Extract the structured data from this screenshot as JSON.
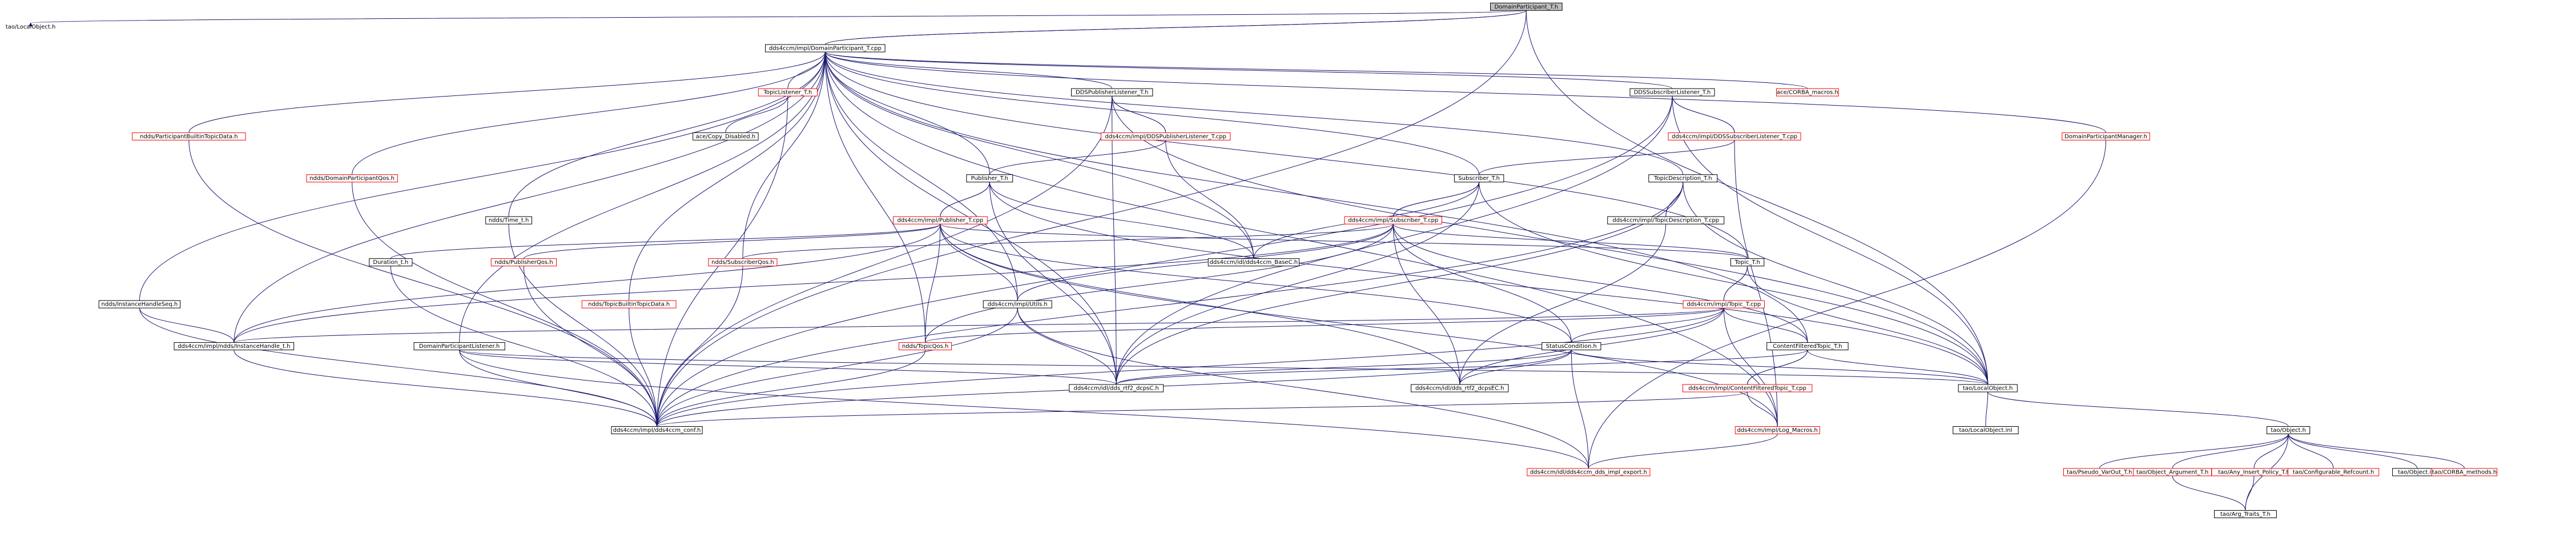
{
  "diagram": {
    "root": "DomainParticipant_T.h",
    "nodes": [
      {
        "id": "root",
        "label": "DomainParticipant_T.h",
        "style": "root"
      },
      {
        "id": "tao_localobject_h_top",
        "label": "tao/LocalObject.h",
        "style": "plain"
      },
      {
        "id": "dp_cpp",
        "label": "dds4ccm/impl/DomainParticipant_T.cpp",
        "style": "black"
      },
      {
        "id": "participant_builtin",
        "label": "ndds/ParticipantBuiltinTopicData.h",
        "style": "red"
      },
      {
        "id": "dp_qos",
        "label": "ndds/DomainParticipantQos.h",
        "style": "red"
      },
      {
        "id": "time_t",
        "label": "ndds/Time_t.h",
        "style": "black"
      },
      {
        "id": "topic_listener",
        "label": "TopicListener_T.h",
        "style": "red"
      },
      {
        "id": "ace_copy_disabled",
        "label": "ace/Copy_Disabled.h",
        "style": "black"
      },
      {
        "id": "dds_pub_listener_h",
        "label": "DDSPublisherListener_T.h",
        "style": "black"
      },
      {
        "id": "dds_pub_listener_cpp",
        "label": "dds4ccm/impl/DDSPublisherListener_T.cpp",
        "style": "red"
      },
      {
        "id": "publisher_h",
        "label": "Publisher_T.h",
        "style": "black"
      },
      {
        "id": "publisher_cpp",
        "label": "dds4ccm/impl/Publisher_T.cpp",
        "style": "red"
      },
      {
        "id": "dds_sub_listener_h",
        "label": "DDSSubscriberListener_T.h",
        "style": "black"
      },
      {
        "id": "dds_sub_listener_cpp",
        "label": "dds4ccm/impl/DDSSubscriberListener_T.cpp",
        "style": "red"
      },
      {
        "id": "ace_corba_macros",
        "label": "ace/CORBA_macros.h",
        "style": "red"
      },
      {
        "id": "dp_manager",
        "label": "DomainParticipantManager.h",
        "style": "red"
      },
      {
        "id": "subscriber_h",
        "label": "Subscriber_T.h",
        "style": "black"
      },
      {
        "id": "subscriber_cpp",
        "label": "dds4ccm/impl/Subscriber_T.cpp",
        "style": "red"
      },
      {
        "id": "topic_desc_h",
        "label": "TopicDescription_T.h",
        "style": "black"
      },
      {
        "id": "topic_desc_cpp",
        "label": "dds4ccm/impl/TopicDescription_T.cpp",
        "style": "black"
      },
      {
        "id": "duration_t",
        "label": "Duration_t.h",
        "style": "black"
      },
      {
        "id": "publisher_qos",
        "label": "ndds/PublisherQos.h",
        "style": "red"
      },
      {
        "id": "subscriber_qos",
        "label": "ndds/SubscriberQos.h",
        "style": "red"
      },
      {
        "id": "dds4ccm_base",
        "label": "dds4ccm/idl/dds4ccm_BaseC.h",
        "style": "black"
      },
      {
        "id": "topic_h",
        "label": "Topic_T.h",
        "style": "black"
      },
      {
        "id": "topic_cpp",
        "label": "dds4ccm/impl/Topic_T.cpp",
        "style": "red"
      },
      {
        "id": "instance_handle_seq",
        "label": "ndds/InstanceHandleSeq.h",
        "style": "black"
      },
      {
        "id": "topic_builtin",
        "label": "ndds/TopicBuiltinTopicData.h",
        "style": "red"
      },
      {
        "id": "utils_h",
        "label": "dds4ccm/impl/Utils.h",
        "style": "black"
      },
      {
        "id": "instance_handle_t",
        "label": "dds4ccm/impl/ndds/InstanceHandle_t.h",
        "style": "black"
      },
      {
        "id": "dp_listener",
        "label": "DomainParticipantListener.h",
        "style": "black"
      },
      {
        "id": "topic_qos",
        "label": "ndds/TopicQos.h",
        "style": "red"
      },
      {
        "id": "status_condition",
        "label": "StatusCondition.h",
        "style": "black"
      },
      {
        "id": "cft_h",
        "label": "ContentFilteredTopic_T.h",
        "style": "black"
      },
      {
        "id": "cft_cpp",
        "label": "dds4ccm/impl/ContentFilteredTopic_T.cpp",
        "style": "red"
      },
      {
        "id": "dds_rtf2_dcpsc",
        "label": "dds4ccm/idl/dds_rtf2_dcpsC.h",
        "style": "black"
      },
      {
        "id": "dds_rtf2_dcpsec",
        "label": "dds4ccm/idl/dds_rtf2_dcpsEC.h",
        "style": "black"
      },
      {
        "id": "tao_localobject_h",
        "label": "tao/LocalObject.h",
        "style": "black"
      },
      {
        "id": "dds4ccm_conf",
        "label": "dds4ccm/impl/dds4ccm_conf.h",
        "style": "black"
      },
      {
        "id": "log_macros",
        "label": "dds4ccm/impl/Log_Macros.h",
        "style": "red"
      },
      {
        "id": "tao_localobject_inl",
        "label": "tao/LocalObject.inl",
        "style": "black"
      },
      {
        "id": "dds4ccm_export",
        "label": "dds4ccm/idl/dds4ccm_dds_impl_export.h",
        "style": "red"
      },
      {
        "id": "tao_object_h",
        "label": "tao/Object.h",
        "style": "black"
      },
      {
        "id": "tao_pseudo_varout",
        "label": "tao/Pseudo_VarOut_T.h",
        "style": "red"
      },
      {
        "id": "tao_object_argument",
        "label": "tao/Object_Argument_T.h",
        "style": "red"
      },
      {
        "id": "tao_any_insert",
        "label": "tao/Any_Insert_Policy_T.h",
        "style": "red"
      },
      {
        "id": "tao_configurable_refcount",
        "label": "tao/Configurable_Refcount.h",
        "style": "red"
      },
      {
        "id": "tao_object_inl",
        "label": "tao/Object.inl",
        "style": "black"
      },
      {
        "id": "tao_corba_methods",
        "label": "tao/CORBA_methods.h",
        "style": "red"
      },
      {
        "id": "tao_arg_traits",
        "label": "tao/Arg_Traits_T.h",
        "style": "black"
      }
    ],
    "edges": [
      [
        "root",
        "tao_localobject_h_top"
      ],
      [
        "root",
        "dp_cpp"
      ],
      [
        "root",
        "dds4ccm_conf"
      ],
      [
        "root",
        "tao_localobject_h"
      ],
      [
        "dp_cpp",
        "root"
      ],
      [
        "dp_cpp",
        "participant_builtin"
      ],
      [
        "dp_cpp",
        "dp_qos"
      ],
      [
        "dp_cpp",
        "time_t"
      ],
      [
        "dp_cpp",
        "topic_listener"
      ],
      [
        "dp_cpp",
        "dds_pub_listener_h"
      ],
      [
        "dp_cpp",
        "publisher_h"
      ],
      [
        "dp_cpp",
        "dds_sub_listener_h"
      ],
      [
        "dp_cpp",
        "ace_corba_macros"
      ],
      [
        "dp_cpp",
        "dp_manager"
      ],
      [
        "dp_cpp",
        "subscriber_h"
      ],
      [
        "dp_cpp",
        "topic_desc_h"
      ],
      [
        "dp_cpp",
        "instance_handle_seq"
      ],
      [
        "dp_cpp",
        "topic_builtin"
      ],
      [
        "dp_cpp",
        "utils_h"
      ],
      [
        "dp_cpp",
        "instance_handle_t"
      ],
      [
        "dp_cpp",
        "dp_listener"
      ],
      [
        "dp_cpp",
        "subscriber_qos"
      ],
      [
        "dp_cpp",
        "topic_h"
      ],
      [
        "dp_cpp",
        "cft_h"
      ],
      [
        "dp_cpp",
        "dds4ccm_base"
      ],
      [
        "dp_cpp",
        "dds_rtf2_dcpsc"
      ],
      [
        "dp_cpp",
        "log_macros"
      ],
      [
        "dp_cpp",
        "topic_qos"
      ],
      [
        "topic_listener",
        "ace_copy_disabled"
      ],
      [
        "topic_listener",
        "dds4ccm_conf"
      ],
      [
        "dds_pub_listener_h",
        "dds_pub_listener_cpp"
      ],
      [
        "dds_pub_listener_cpp",
        "dds_pub_listener_h"
      ],
      [
        "dds_pub_listener_h",
        "dds4ccm_conf"
      ],
      [
        "dds_pub_listener_h",
        "dds_rtf2_dcpsc"
      ],
      [
        "dds_pub_listener_h",
        "tao_localobject_h"
      ],
      [
        "dds_pub_listener_cpp",
        "publisher_h"
      ],
      [
        "dds_pub_listener_cpp",
        "dds4ccm_base"
      ],
      [
        "publisher_h",
        "publisher_cpp"
      ],
      [
        "publisher_cpp",
        "publisher_h"
      ],
      [
        "publisher_h",
        "dds4ccm_base"
      ],
      [
        "publisher_h",
        "dds_rtf2_dcpsc"
      ],
      [
        "publisher_h",
        "tao_localobject_h"
      ],
      [
        "publisher_cpp",
        "duration_t"
      ],
      [
        "publisher_cpp",
        "publisher_qos"
      ],
      [
        "publisher_cpp",
        "instance_handle_t"
      ],
      [
        "publisher_cpp",
        "utils_h"
      ],
      [
        "publisher_cpp",
        "topic_qos"
      ],
      [
        "publisher_cpp",
        "topic_h"
      ],
      [
        "publisher_cpp",
        "status_condition"
      ],
      [
        "publisher_cpp",
        "dds_rtf2_dcpsec"
      ],
      [
        "publisher_cpp",
        "log_macros"
      ],
      [
        "dds_sub_listener_h",
        "dds_sub_listener_cpp"
      ],
      [
        "dds_sub_listener_cpp",
        "dds_sub_listener_h"
      ],
      [
        "dds_sub_listener_h",
        "dds4ccm_conf"
      ],
      [
        "dds_sub_listener_h",
        "dds_rtf2_dcpsc"
      ],
      [
        "dds_sub_listener_h",
        "tao_localobject_h"
      ],
      [
        "dds_sub_listener_cpp",
        "subscriber_h"
      ],
      [
        "dds_sub_listener_cpp",
        "log_macros"
      ],
      [
        "subscriber_h",
        "subscriber_cpp"
      ],
      [
        "subscriber_cpp",
        "subscriber_h"
      ],
      [
        "subscriber_h",
        "dds4ccm_base"
      ],
      [
        "subscriber_h",
        "dds_rtf2_dcpsc"
      ],
      [
        "subscriber_h",
        "tao_localobject_h"
      ],
      [
        "subscriber_cpp",
        "subscriber_qos"
      ],
      [
        "subscriber_cpp",
        "topic_h"
      ],
      [
        "subscriber_cpp",
        "utils_h"
      ],
      [
        "subscriber_cpp",
        "topic_qos"
      ],
      [
        "subscriber_cpp",
        "status_condition"
      ],
      [
        "subscriber_cpp",
        "cft_h"
      ],
      [
        "subscriber_cpp",
        "dds_rtf2_dcpsec"
      ],
      [
        "subscriber_cpp",
        "instance_handle_t"
      ],
      [
        "topic_desc_h",
        "topic_desc_cpp"
      ],
      [
        "topic_desc_cpp",
        "topic_desc_h"
      ],
      [
        "topic_desc_h",
        "dds_rtf2_dcpsc"
      ],
      [
        "topic_desc_h",
        "dds4ccm_conf"
      ],
      [
        "topic_desc_h",
        "tao_localobject_h"
      ],
      [
        "topic_desc_cpp",
        "dds_rtf2_dcpsec"
      ],
      [
        "topic_h",
        "topic_cpp"
      ],
      [
        "topic_cpp",
        "topic_h"
      ],
      [
        "topic_h",
        "tao_localobject_h"
      ],
      [
        "topic_cpp",
        "topic_qos"
      ],
      [
        "topic_cpp",
        "instance_handle_t"
      ],
      [
        "topic_cpp",
        "status_condition"
      ],
      [
        "topic_cpp",
        "cft_h"
      ],
      [
        "topic_cpp",
        "dds_rtf2_dcpsec"
      ],
      [
        "topic_cpp",
        "log_macros"
      ],
      [
        "topic_cpp",
        "dds4ccm_conf"
      ],
      [
        "cft_h",
        "cft_cpp"
      ],
      [
        "cft_cpp",
        "cft_h"
      ],
      [
        "cft_h",
        "tao_localobject_h"
      ],
      [
        "cft_h",
        "dds_rtf2_dcpsc"
      ],
      [
        "cft_cpp",
        "dds4ccm_conf"
      ],
      [
        "cft_cpp",
        "log_macros"
      ],
      [
        "status_condition",
        "dds_rtf2_dcpsc"
      ],
      [
        "status_condition",
        "dds_rtf2_dcpsec"
      ],
      [
        "status_condition",
        "tao_localobject_h"
      ],
      [
        "status_condition",
        "dds4ccm_conf"
      ],
      [
        "status_condition",
        "dds4ccm_export"
      ],
      [
        "utils_h",
        "dds4ccm_conf"
      ],
      [
        "utils_h",
        "dds_rtf2_dcpsc"
      ],
      [
        "utils_h",
        "dds4ccm_export"
      ],
      [
        "duration_t",
        "dds4ccm_conf"
      ],
      [
        "publisher_qos",
        "dds4ccm_conf"
      ],
      [
        "subscriber_qos",
        "dds4ccm_conf"
      ],
      [
        "time_t",
        "dds4ccm_conf"
      ],
      [
        "dp_qos",
        "dds4ccm_conf"
      ],
      [
        "participant_builtin",
        "dds4ccm_conf"
      ],
      [
        "topic_builtin",
        "dds4ccm_conf"
      ],
      [
        "topic_qos",
        "dds4ccm_conf"
      ],
      [
        "instance_handle_seq",
        "instance_handle_t"
      ],
      [
        "instance_handle_seq",
        "dds4ccm_conf"
      ],
      [
        "instance_handle_t",
        "dds4ccm_conf"
      ],
      [
        "dp_listener",
        "dds_rtf2_dcpsc"
      ],
      [
        "dp_listener",
        "dds4ccm_conf"
      ],
      [
        "dp_listener",
        "tao_localobject_h"
      ],
      [
        "dp_listener",
        "dds4ccm_export"
      ],
      [
        "dp_manager",
        "dds4ccm_export"
      ],
      [
        "log_macros",
        "dds4ccm_export"
      ],
      [
        "tao_localobject_h",
        "tao_localobject_inl"
      ],
      [
        "tao_localobject_h",
        "tao_object_h"
      ],
      [
        "tao_object_h",
        "tao_pseudo_varout"
      ],
      [
        "tao_object_h",
        "tao_object_argument"
      ],
      [
        "tao_object_h",
        "tao_any_insert"
      ],
      [
        "tao_object_h",
        "tao_configurable_refcount"
      ],
      [
        "tao_object_h",
        "tao_object_inl"
      ],
      [
        "tao_object_h",
        "tao_corba_methods"
      ],
      [
        "tao_object_h",
        "tao_arg_traits"
      ],
      [
        "tao_any_insert",
        "tao_arg_traits"
      ],
      [
        "tao_object_argument",
        "tao_arg_traits"
      ]
    ]
  }
}
